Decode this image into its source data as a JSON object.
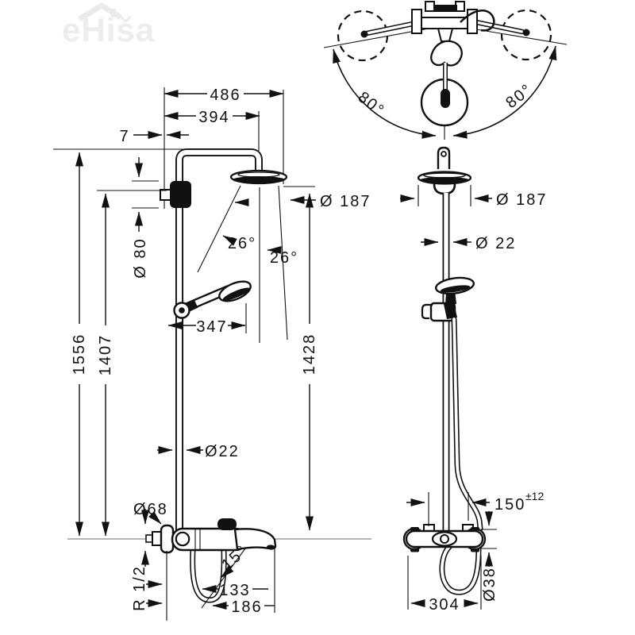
{
  "watermark": {
    "text": "eHiša"
  },
  "views": {
    "side": {
      "label_reach_total": "486",
      "label_reach_arm": "394",
      "label_wall_offset": "7",
      "label_escutcheon_diameter": "Ø 80",
      "label_height_total": "1556",
      "label_height_wall_bar": "1407",
      "label_height_head": "1428",
      "label_head_diameter": "Ø 187",
      "label_spray_angle_outer": "26°",
      "label_spray_angle_inner": "26°",
      "label_handshower_reach": "347",
      "label_pipe_diameter": "Ø22",
      "label_valve_escutcheon_diameter": "Ø68",
      "label_connection_thread": "R 1/2",
      "label_spout_angle": "15°",
      "label_spout_reach_inner": "133",
      "label_spout_reach_outer": "186"
    },
    "top": {
      "label_swivel_left": "80°",
      "label_swivel_right": "80°"
    },
    "front": {
      "label_head_diameter": "Ø 187",
      "label_pipe_diameter": "Ø 22",
      "label_connection_distance": "150",
      "label_connection_tolerance": "±12",
      "label_valve_body_diameter": "Ø38",
      "label_valve_width": "304"
    }
  }
}
